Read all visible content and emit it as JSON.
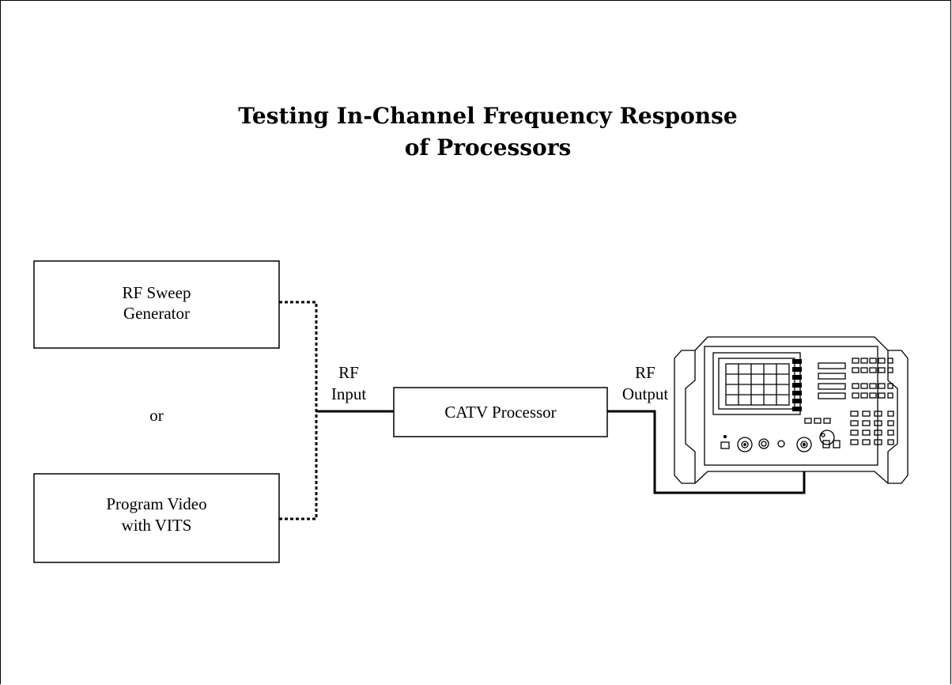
{
  "title": {
    "line1": "Testing In-Channel Frequency Response",
    "line2": "of Processors"
  },
  "sweep_generator": {
    "line1": "RF Sweep",
    "line2": "Generator"
  },
  "or_text": "or",
  "program_video": {
    "line1": "Program Video",
    "line2": "with VITS"
  },
  "rf_input": {
    "line1": "RF",
    "line2": "Input"
  },
  "processor_label": "CATV Processor",
  "rf_output": {
    "line1": "RF",
    "line2": "Output"
  },
  "instrument": {
    "icon": "spectrum-analyzer-icon"
  }
}
